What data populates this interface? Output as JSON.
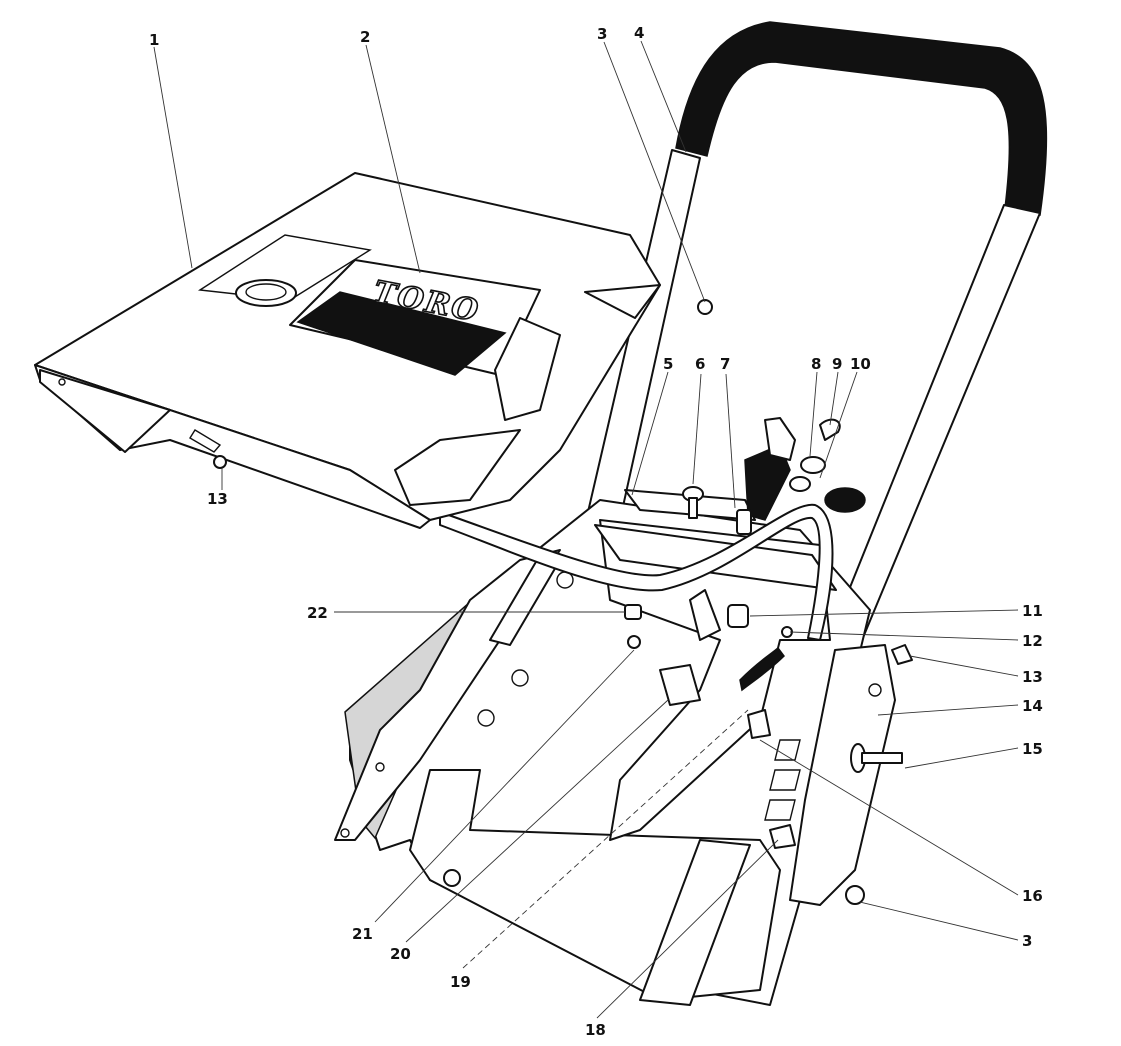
{
  "logo": {
    "text": "TORO"
  },
  "callouts": [
    {
      "id": "c1",
      "label": "1"
    },
    {
      "id": "c2",
      "label": "2"
    },
    {
      "id": "c3a",
      "label": "3"
    },
    {
      "id": "c4",
      "label": "4"
    },
    {
      "id": "c5",
      "label": "5"
    },
    {
      "id": "c6",
      "label": "6"
    },
    {
      "id": "c7",
      "label": "7"
    },
    {
      "id": "c8",
      "label": "8"
    },
    {
      "id": "c9",
      "label": "9"
    },
    {
      "id": "c10",
      "label": "10"
    },
    {
      "id": "c13a",
      "label": "13"
    },
    {
      "id": "c11",
      "label": "11"
    },
    {
      "id": "c12",
      "label": "12"
    },
    {
      "id": "c13b",
      "label": "13"
    },
    {
      "id": "c14",
      "label": "14"
    },
    {
      "id": "c15",
      "label": "15"
    },
    {
      "id": "c16",
      "label": "16"
    },
    {
      "id": "c3b",
      "label": "3"
    },
    {
      "id": "c22",
      "label": "22"
    },
    {
      "id": "c21",
      "label": "21"
    },
    {
      "id": "c20",
      "label": "20"
    },
    {
      "id": "c19",
      "label": "19"
    },
    {
      "id": "c18",
      "label": "18"
    }
  ]
}
